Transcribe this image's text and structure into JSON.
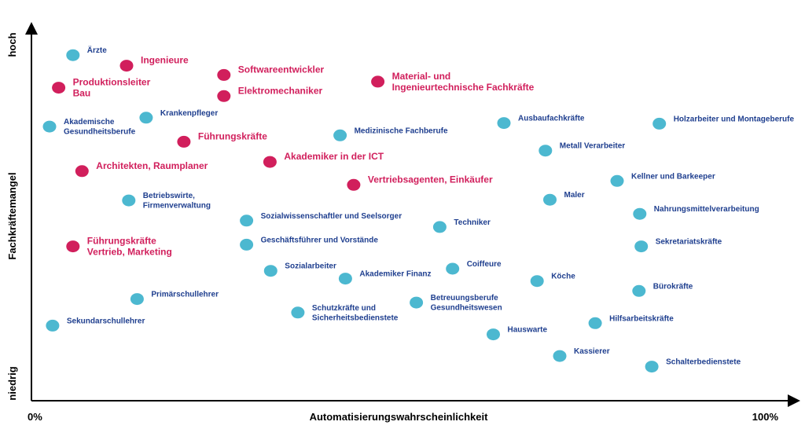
{
  "chart_data": {
    "type": "scatter",
    "title": "",
    "xlabel": "Automatisierungswahrscheinlichkeit",
    "ylabel": "Fachkräftemangel",
    "x_tick_labels": {
      "min": "0%",
      "max": "100%"
    },
    "y_tick_labels": {
      "min": "niedrig",
      "max": "hoch"
    },
    "xlim": [
      0,
      100
    ],
    "ylim": [
      0,
      100
    ],
    "grid": false,
    "colors": {
      "teal": "#4cb8d0",
      "magenta": "#d11f5c",
      "teal_label": "#1f3f8f",
      "magenta_label": "#d11f5c",
      "axis": "#000000"
    },
    "points": [
      {
        "label": [
          "Ärzte"
        ],
        "x": 5.5,
        "y": 93.3,
        "group": "teal"
      },
      {
        "label": [
          "Ingenieure"
        ],
        "x": 12.6,
        "y": 90.3,
        "group": "magenta"
      },
      {
        "label": [
          "Softwareentwickler"
        ],
        "x": 25.5,
        "y": 87.7,
        "group": "magenta"
      },
      {
        "label": [
          "Material- und",
          "Ingenieurtechnische Fachkräfte"
        ],
        "x": 45.9,
        "y": 85.8,
        "group": "magenta"
      },
      {
        "label": [
          "Produktionsleiter",
          "Bau"
        ],
        "x": 3.6,
        "y": 84.1,
        "group": "magenta"
      },
      {
        "label": [
          "Elektromechaniker"
        ],
        "x": 25.5,
        "y": 81.7,
        "group": "magenta"
      },
      {
        "label": [
          "Krankenpfleger"
        ],
        "x": 15.2,
        "y": 75.6,
        "group": "teal"
      },
      {
        "label": [
          "Akademische",
          "Gesundheitsberufe"
        ],
        "x": 2.4,
        "y": 73.1,
        "group": "teal"
      },
      {
        "label": [
          "Ausbaufachkräfte"
        ],
        "x": 62.6,
        "y": 74.1,
        "group": "teal"
      },
      {
        "label": [
          "Holzarbeiter und Montageberufe"
        ],
        "x": 83.2,
        "y": 73.9,
        "group": "teal"
      },
      {
        "label": [
          "Medizinische Fachberufe"
        ],
        "x": 40.9,
        "y": 70.6,
        "group": "teal"
      },
      {
        "label": [
          "Führungskräfte"
        ],
        "x": 20.2,
        "y": 68.8,
        "group": "magenta"
      },
      {
        "label": [
          "Metall Verarbeiter"
        ],
        "x": 68.1,
        "y": 66.3,
        "group": "teal"
      },
      {
        "label": [
          "Akademiker in der ICT"
        ],
        "x": 31.6,
        "y": 63.1,
        "group": "magenta"
      },
      {
        "label": [
          "Architekten, Raumplaner"
        ],
        "x": 6.7,
        "y": 60.5,
        "group": "magenta"
      },
      {
        "label": [
          "Kellner und Barkeeper"
        ],
        "x": 77.6,
        "y": 57.7,
        "group": "teal"
      },
      {
        "label": [
          "Vertriebsagenten, Einkäufer"
        ],
        "x": 42.7,
        "y": 56.6,
        "group": "magenta"
      },
      {
        "label": [
          "Maler"
        ],
        "x": 68.7,
        "y": 52.4,
        "group": "teal"
      },
      {
        "label": [
          "Betriebswirte,",
          "Firmenverwaltung"
        ],
        "x": 12.9,
        "y": 52.2,
        "group": "teal"
      },
      {
        "label": [
          "Nahrungsmittelverarbeitung"
        ],
        "x": 80.6,
        "y": 48.4,
        "group": "teal"
      },
      {
        "label": [
          "Sozialwissenschaftler und Seelsorger"
        ],
        "x": 28.5,
        "y": 46.5,
        "group": "teal"
      },
      {
        "label": [
          "Techniker"
        ],
        "x": 54.1,
        "y": 44.7,
        "group": "teal"
      },
      {
        "label": [
          "Geschäftsführer und Vorstände"
        ],
        "x": 28.5,
        "y": 39.7,
        "group": "teal"
      },
      {
        "label": [
          "Führungskräfte",
          "Vertrieb, Marketing"
        ],
        "x": 5.5,
        "y": 39.2,
        "group": "magenta"
      },
      {
        "label": [
          "Sekretariatskräfte"
        ],
        "x": 80.8,
        "y": 39.2,
        "group": "teal"
      },
      {
        "label": [
          "Sozialarbeiter"
        ],
        "x": 31.7,
        "y": 32.3,
        "group": "teal"
      },
      {
        "label": [
          "Coiffeure"
        ],
        "x": 55.8,
        "y": 32.9,
        "group": "teal"
      },
      {
        "label": [
          "Akademiker Finanz"
        ],
        "x": 41.6,
        "y": 30.1,
        "group": "teal"
      },
      {
        "label": [
          "Köche"
        ],
        "x": 67.0,
        "y": 29.4,
        "group": "teal"
      },
      {
        "label": [
          "Bürokräfte"
        ],
        "x": 80.5,
        "y": 26.6,
        "group": "teal"
      },
      {
        "label": [
          "Primärschullehrer"
        ],
        "x": 14.0,
        "y": 24.3,
        "group": "teal"
      },
      {
        "label": [
          "Betreuungsberufe",
          "Gesundheitswesen"
        ],
        "x": 51.0,
        "y": 23.3,
        "group": "teal"
      },
      {
        "label": [
          "Schutzkräfte und",
          "Sicherheitsbedienstete"
        ],
        "x": 35.3,
        "y": 20.5,
        "group": "teal"
      },
      {
        "label": [
          "Hilfsarbeitskräfte"
        ],
        "x": 74.7,
        "y": 17.5,
        "group": "teal"
      },
      {
        "label": [
          "Sekundarschullehrer"
        ],
        "x": 2.8,
        "y": 16.8,
        "group": "teal"
      },
      {
        "label": [
          "Hauswarte"
        ],
        "x": 61.2,
        "y": 14.3,
        "group": "teal"
      },
      {
        "label": [
          "Kassierer"
        ],
        "x": 70.0,
        "y": 8.2,
        "group": "teal"
      },
      {
        "label": [
          "Schalterbedienstete"
        ],
        "x": 82.2,
        "y": 5.2,
        "group": "teal"
      }
    ]
  }
}
